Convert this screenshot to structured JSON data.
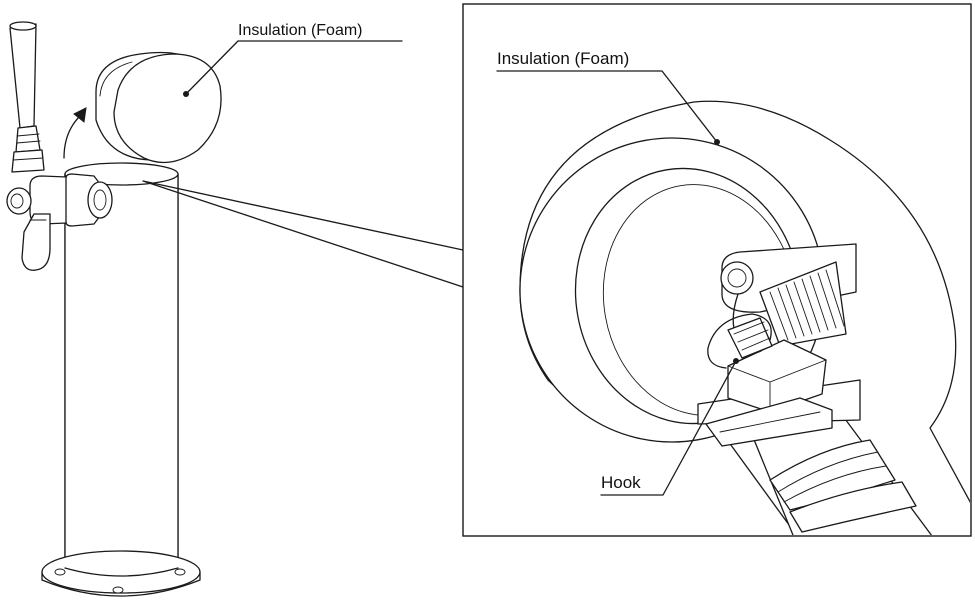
{
  "labels": {
    "insulation_left": "Insulation (Foam)",
    "insulation_right": "Insulation (Foam)",
    "hook": "Hook"
  },
  "colors": {
    "line": "#1a1a1a",
    "background": "#ffffff"
  },
  "icons": {
    "lift_arrow": "curved-arrow-up-icon"
  }
}
